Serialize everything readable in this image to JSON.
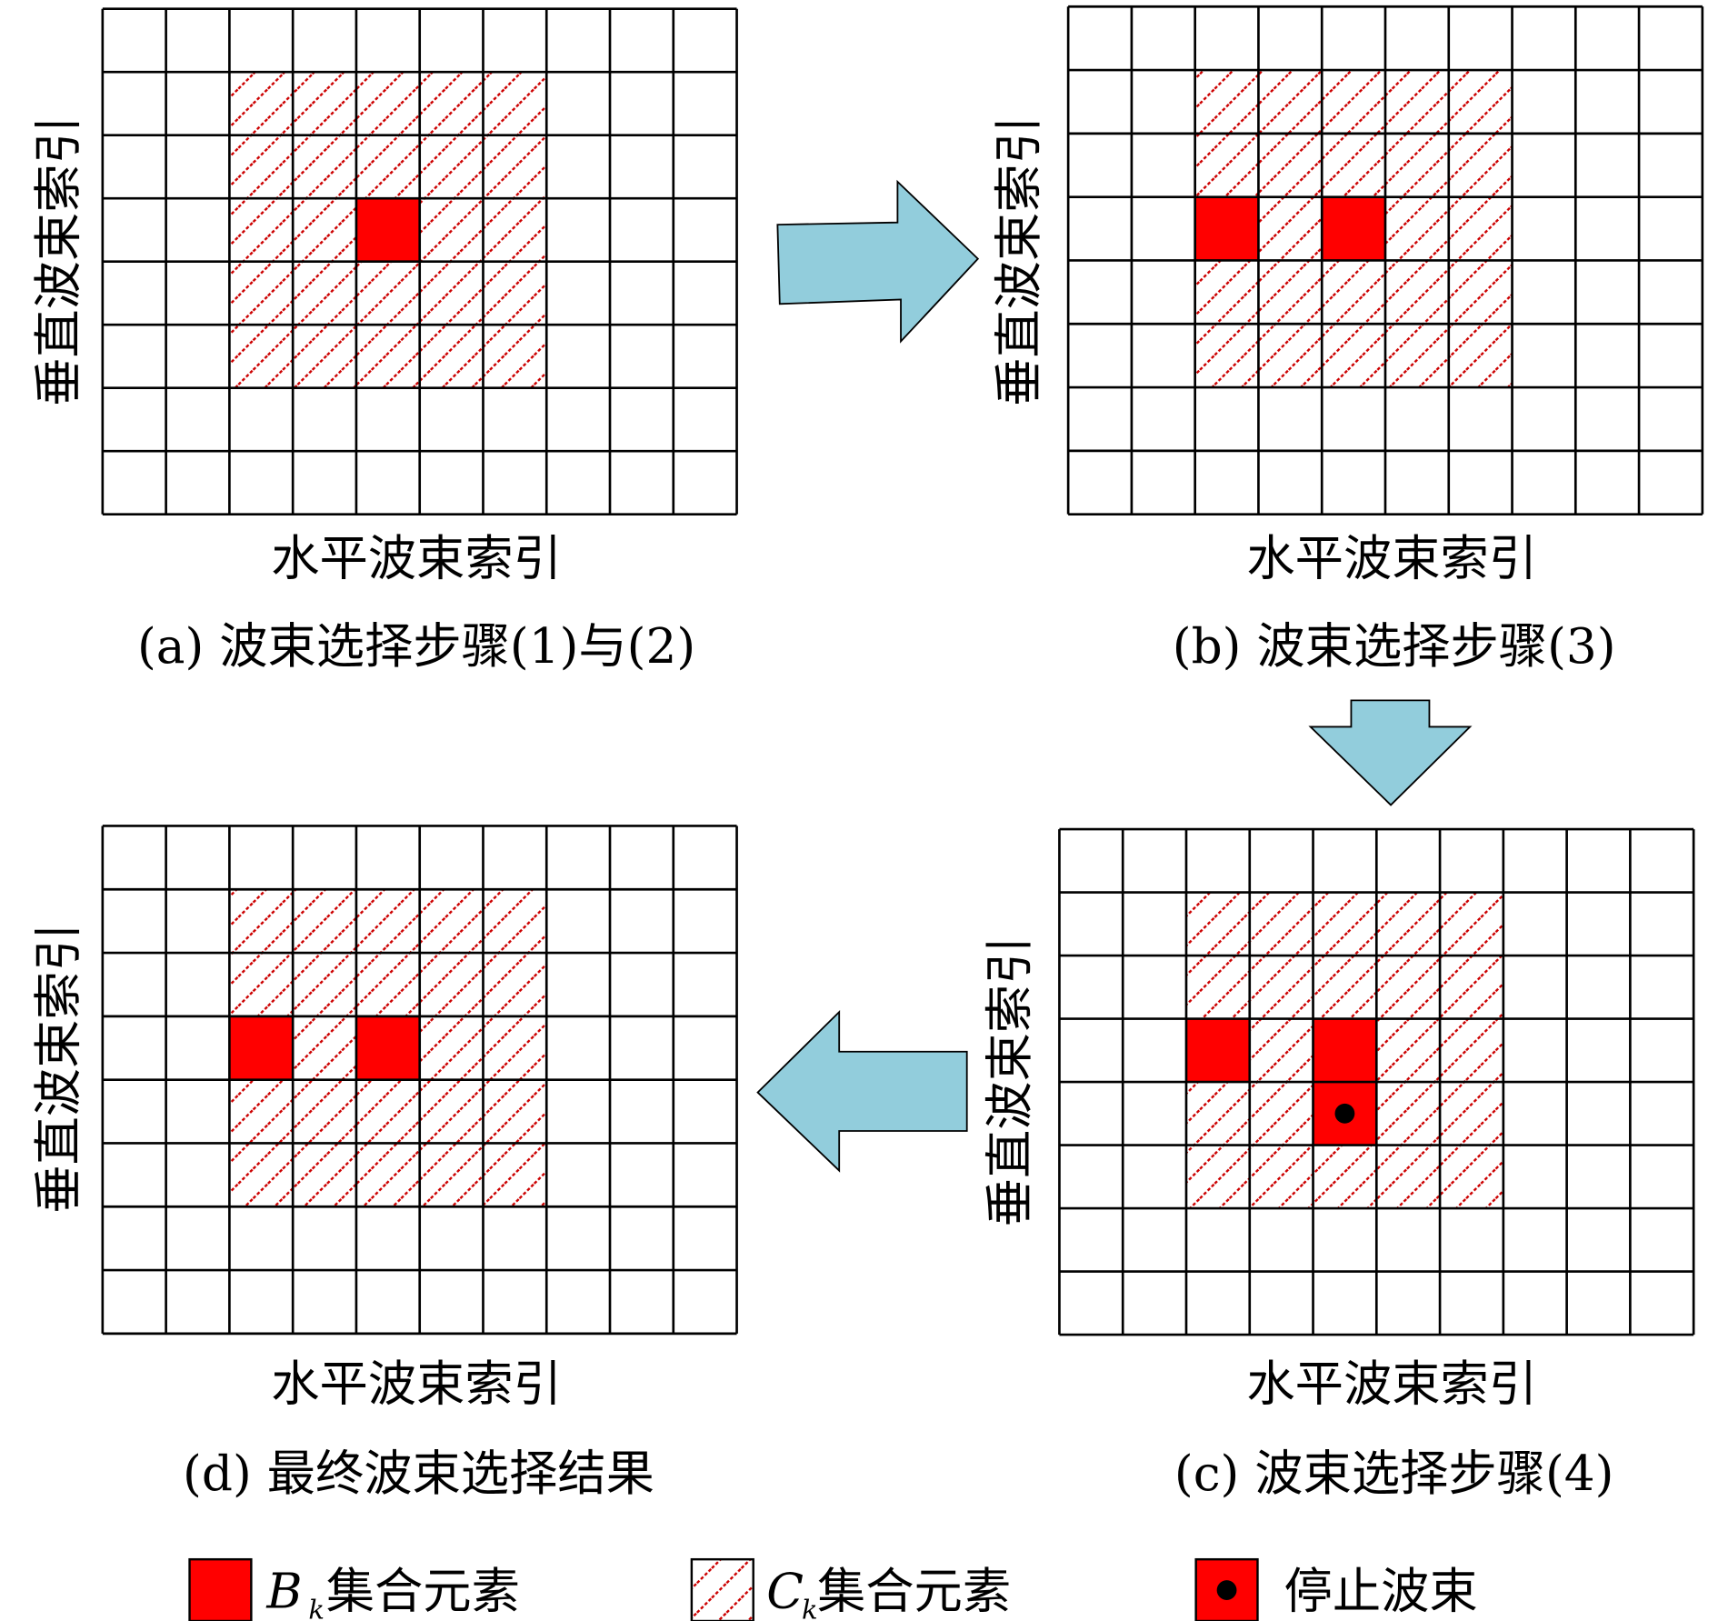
{
  "colors": {
    "selected": "#ff0000",
    "hatch": "#cc0000",
    "arrow": "#92cddc",
    "grid": "#000000"
  },
  "grid": {
    "cols": 10,
    "rows": 8,
    "hatch_cols": [
      2,
      6
    ],
    "hatch_rows": [
      1,
      5
    ]
  },
  "panels": [
    {
      "id": "a",
      "xlabel": "水平波束索引",
      "ylabel": "垂直波束索引",
      "caption": "(a) 波束选择步骤(1)与(2)",
      "selected": [
        [
          4,
          3
        ]
      ],
      "stop": []
    },
    {
      "id": "b",
      "xlabel": "水平波束索引",
      "ylabel": "垂直波束索引",
      "caption": "(b) 波束选择步骤(3)",
      "selected": [
        [
          2,
          3
        ],
        [
          4,
          3
        ]
      ],
      "stop": []
    },
    {
      "id": "c",
      "xlabel": "水平波束索引",
      "ylabel": "垂直波束索引",
      "caption": "(c) 波束选择步骤(4)",
      "selected": [
        [
          2,
          3
        ],
        [
          4,
          3
        ]
      ],
      "stop": [
        [
          4,
          4
        ]
      ]
    },
    {
      "id": "d",
      "xlabel": "水平波束索引",
      "ylabel": "垂直波束索引",
      "caption": "(d) 最终波束选择结果",
      "selected": [
        [
          2,
          3
        ],
        [
          4,
          3
        ]
      ],
      "stop": []
    }
  ],
  "legend": {
    "b_symbol": "B",
    "b_sub": "k",
    "b_label": "集合元素",
    "c_symbol": "C",
    "c_sub": "k",
    "c_label": "集合元素",
    "stop_label": "停止波束"
  }
}
